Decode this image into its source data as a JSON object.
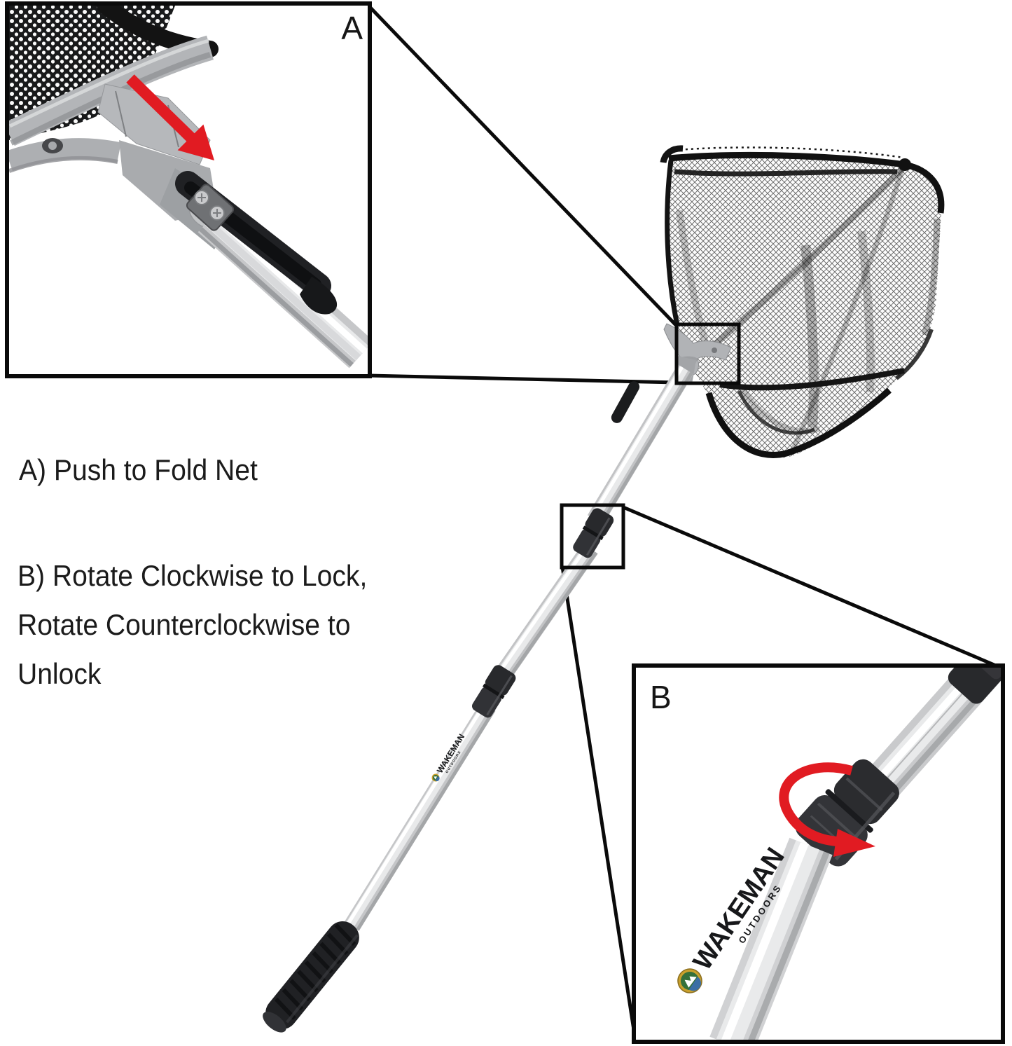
{
  "title": "Folding fishing net instruction diagram",
  "instructions": {
    "a_line": "A) Push to Fold Net",
    "b_line1": "B) Rotate Clockwise to Lock,",
    "b_line2": "Rotate Counterclockwise to",
    "b_line3": "Unlock"
  },
  "callouts": {
    "a_label": "A",
    "b_label": "B"
  },
  "brand": {
    "name": "WAKEMAN",
    "sub": "OUTDOORS"
  },
  "colors": {
    "arrow_red": "#e11b22",
    "outline_black": "#0a0a0a",
    "joint_gray": "#b2b4b7",
    "pole_silver": "#cfd0d2",
    "hardware_dark": "#2b2c2f",
    "text_black": "#1b1b1b"
  },
  "icons": [
    "push-arrow-icon",
    "rotate-arrow-icon",
    "brand-emblem-icon",
    "screw-icon"
  ]
}
